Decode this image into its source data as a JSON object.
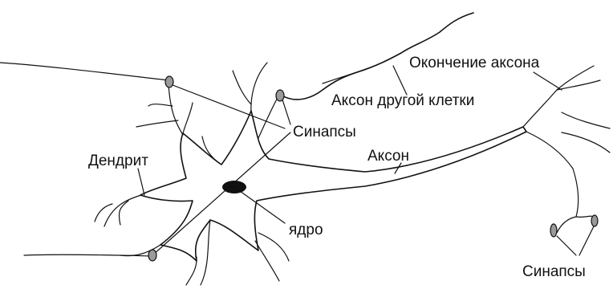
{
  "diagram": {
    "labels": {
      "axon_terminal": "Окончение аксона",
      "other_axon": "Аксон другой клетки",
      "synapses_top": "Синапсы",
      "dendrite": "Дендрит",
      "axon": "Аксон",
      "nucleus": "ядро",
      "synapses_bottom": "Синапсы"
    }
  },
  "colors": {
    "cell_body": "#a9a9a9",
    "synapse": "#9a9a9a",
    "nucleus": "#111111",
    "line": "#111111",
    "background": "#ffffff"
  }
}
